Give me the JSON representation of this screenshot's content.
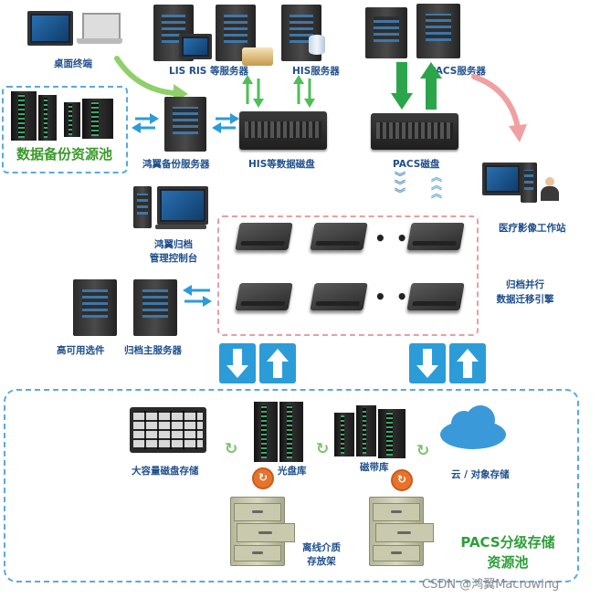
{
  "labels": {
    "desktop_terminal": "桌面终端",
    "lis_ris_servers": "LIS RIS 等服务器",
    "his_server": "HIS服务器",
    "pacs_server": "PACS服务器",
    "backup_pool": "数据备份资源池",
    "backup_server": "鸿翼备份服务器",
    "his_disk": "HIS等数据磁盘",
    "pacs_disk": "PACS磁盘",
    "imaging_workstation": "医疗影像工作站",
    "archive_console_1": "鸿翼归档",
    "archive_console_2": "管理控制台",
    "migration_engine_1": "归档并行",
    "migration_engine_2": "数据迁移引擎",
    "ha_component": "高可用选件",
    "archive_main_server": "归档主服务器",
    "mass_disk_storage": "大容量磁盘存储",
    "optical_library": "光盘库",
    "tape_library": "磁带库",
    "cloud_object_storage": "云 / 对象存储",
    "offline_media_1": "离线介质",
    "offline_media_2": "存放架",
    "pacs_pool_1": "PACS分级存储",
    "pacs_pool_2": "资源池",
    "ellipsis": "• • •",
    "watermark": "CSDN @鸿翼Macrowing"
  },
  "icons": {
    "up_arrow": "↑",
    "down_arrow": "↓",
    "cycle": "↻",
    "swirl": "↻"
  },
  "colors": {
    "label_blue": "#1f4e8c",
    "pool_green": "#2e9e3a",
    "dash_blue": "#5aa9e0",
    "dash_red": "#e8a0a0",
    "arrow_blue": "#2b9cd8",
    "arrow_green": "#3aa64a"
  }
}
